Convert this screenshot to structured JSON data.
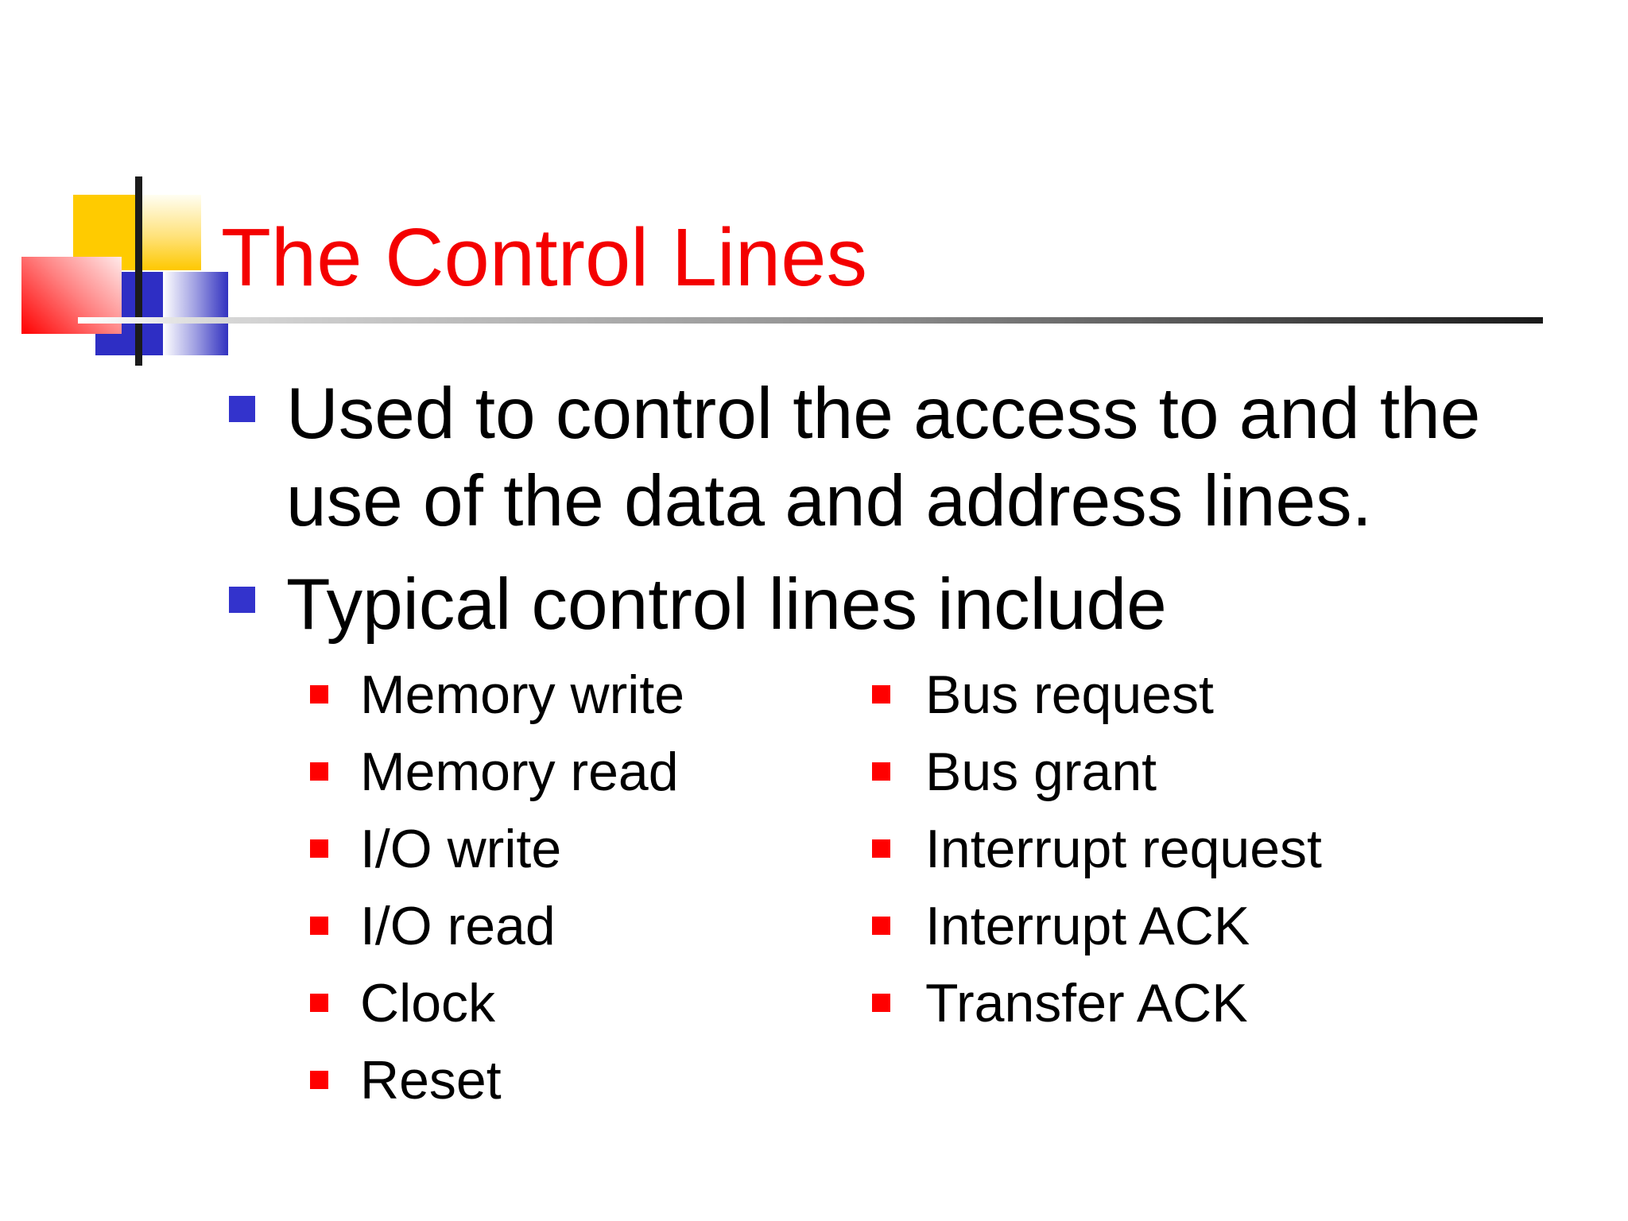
{
  "slide": {
    "title": "The Control Lines",
    "bullets": {
      "first": {
        "line1": "Used to control the access to and the",
        "line2": "use of the data and address lines."
      },
      "second": "Typical control lines include"
    },
    "control_lines": {
      "left": [
        "Memory write",
        "Memory read",
        "I/O write",
        "I/O read",
        "Clock",
        "Reset"
      ],
      "right": [
        "Bus request",
        "Bus grant",
        "Interrupt request",
        "Interrupt ACK",
        "Transfer ACK"
      ]
    },
    "colors": {
      "title_red": "#f40000",
      "bullet_blue": "#3333cc",
      "bullet_red": "#ff0000",
      "body_text": "#000000",
      "logo_yellow": "#ffcb00",
      "logo_blue": "#2e2ec4",
      "logo_red": "#ff0000",
      "rule_dark_end": "#1a1a1a"
    }
  }
}
